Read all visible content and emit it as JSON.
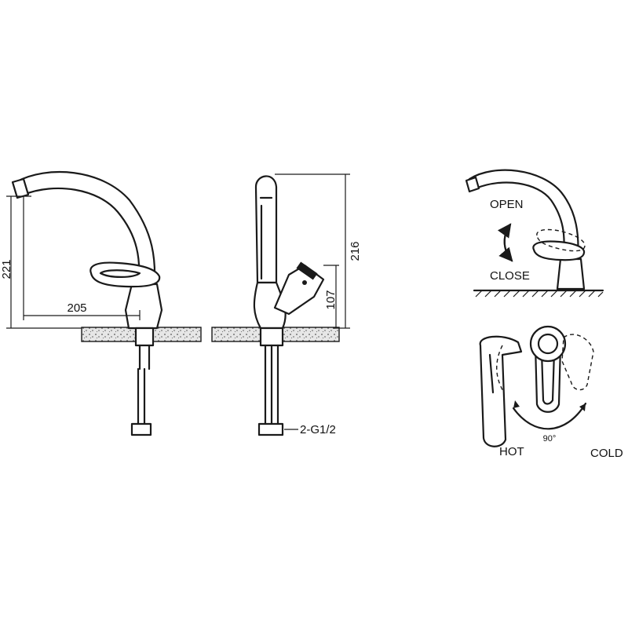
{
  "front_view": {
    "height_dim": "221",
    "reach_dim": "205"
  },
  "side_view": {
    "height_dim": "216",
    "lever_dim": "107",
    "connection_label": "2-G1/2"
  },
  "operation_open_close": {
    "open_label": "OPEN",
    "close_label": "CLOSE"
  },
  "operation_temperature": {
    "hot_label": "HOT",
    "cold_label": "COLD",
    "angle_label": "90°"
  },
  "colors": {
    "ink": "#1a1a1a",
    "background": "#ffffff"
  }
}
